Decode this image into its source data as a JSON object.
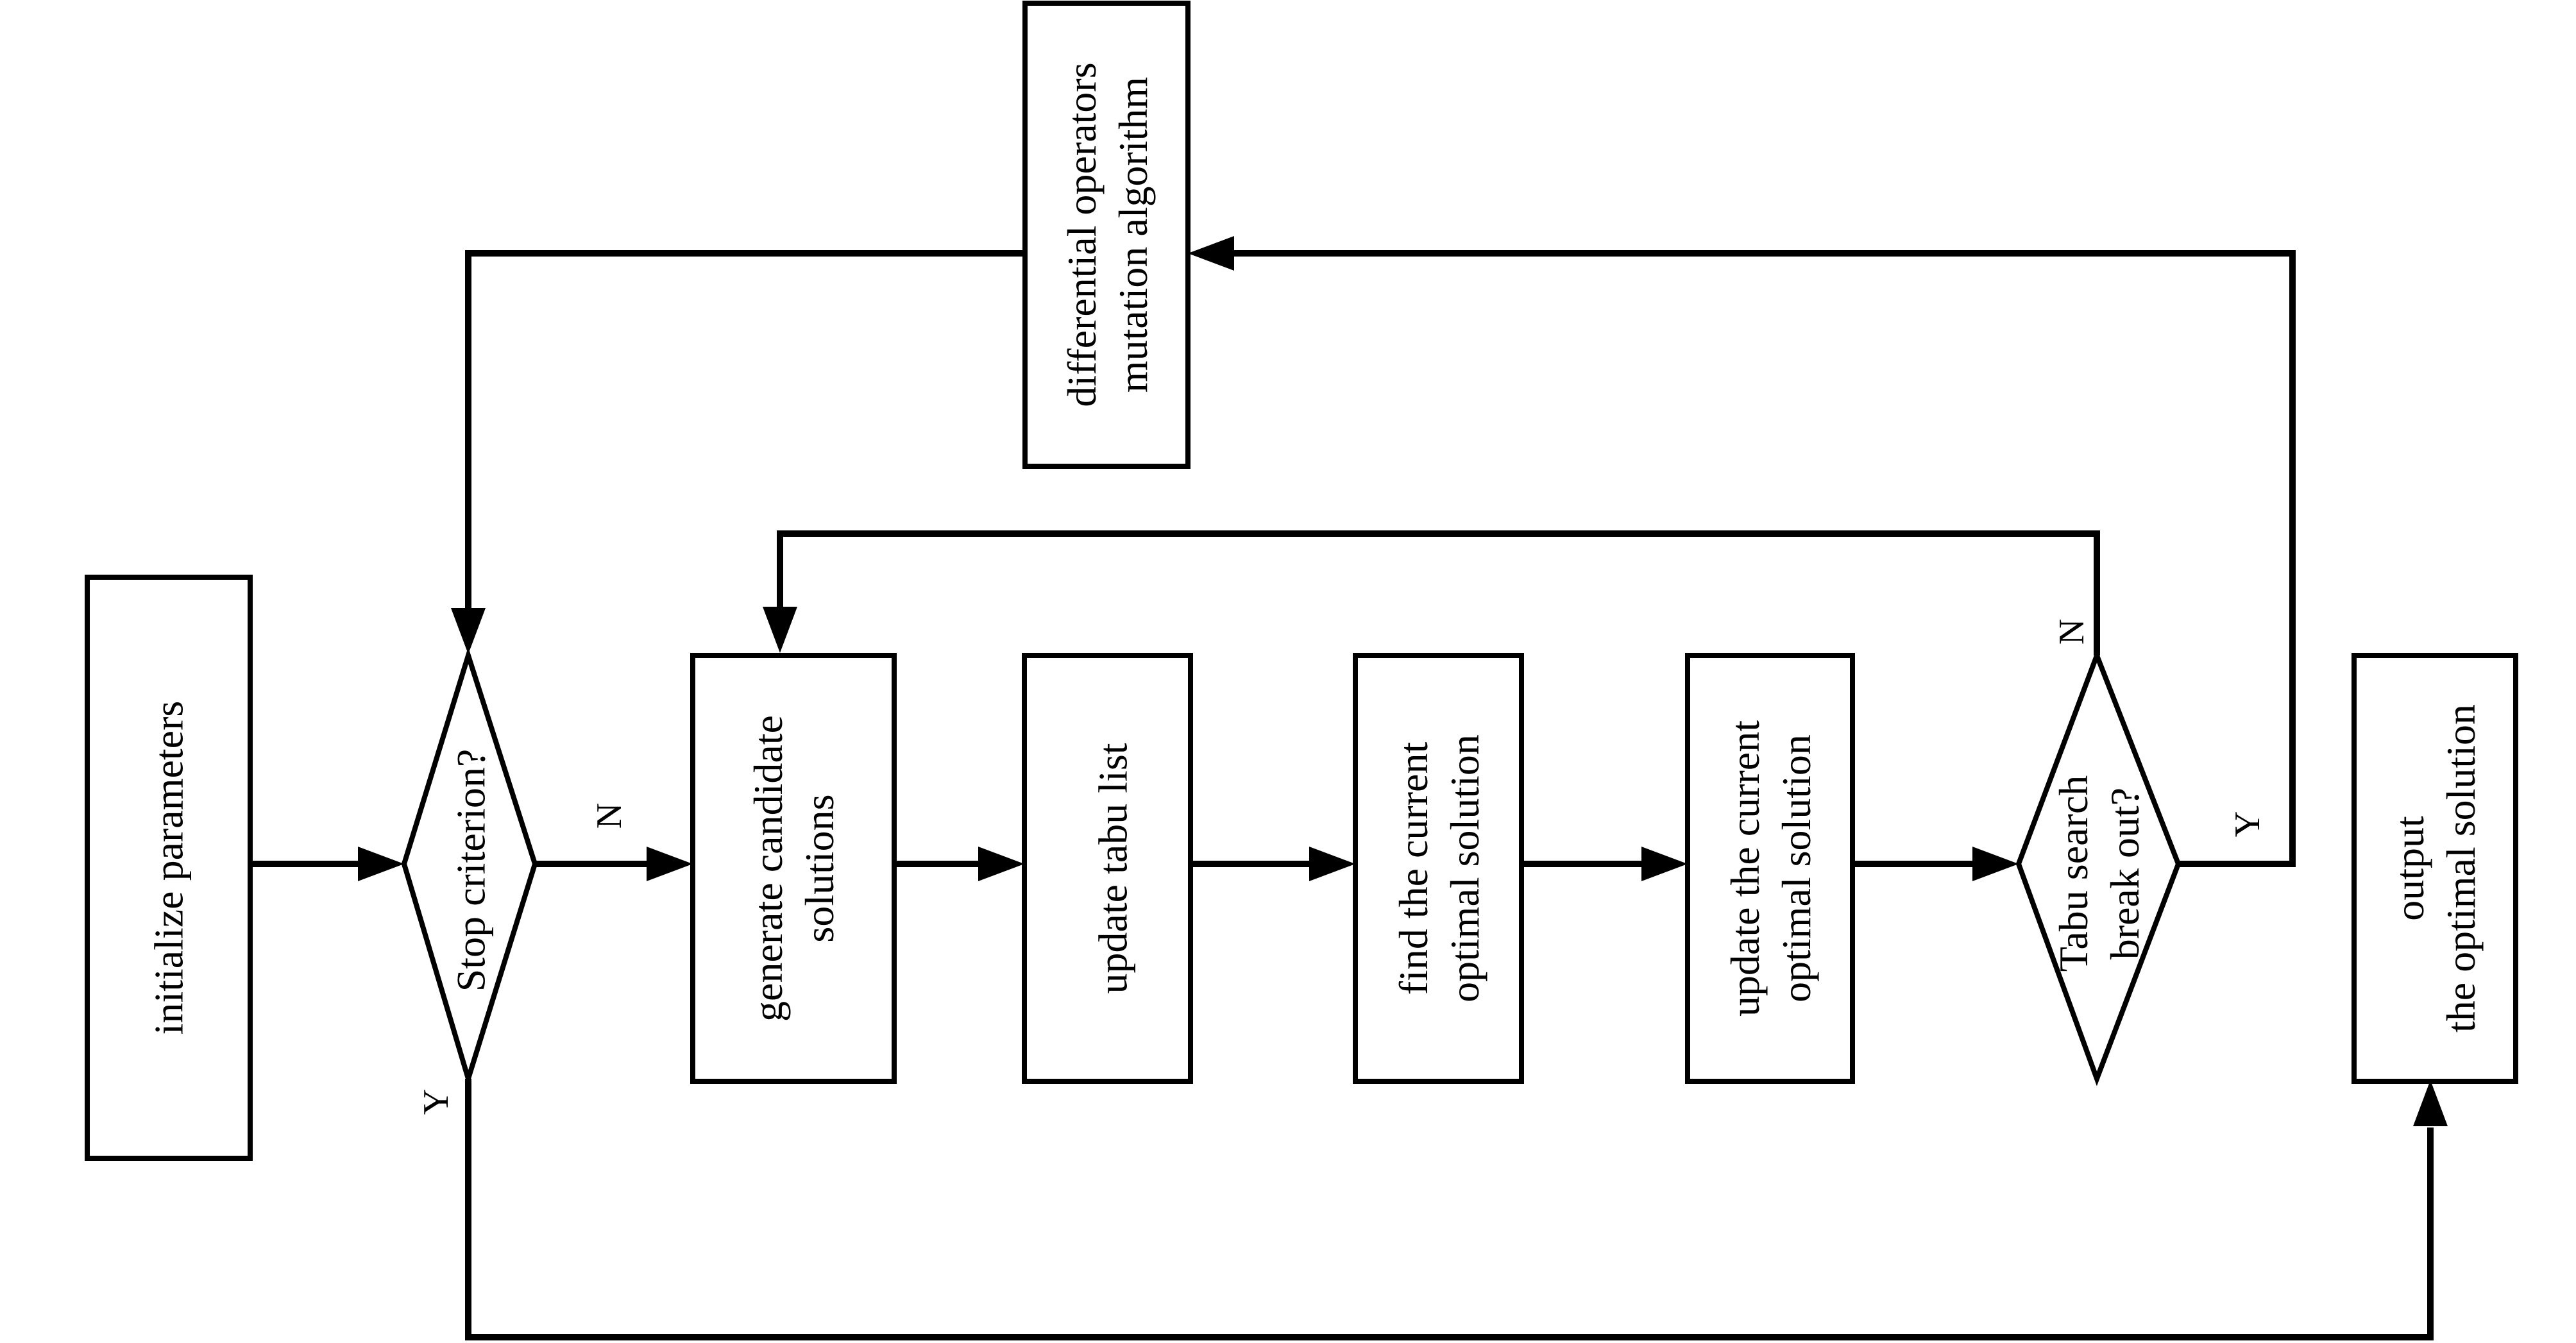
{
  "nodes": {
    "init": "initialize parameters",
    "stop": "Stop criterion?",
    "generate": [
      "generate candidate",
      "solutions"
    ],
    "tabu": "update tabu list",
    "find": [
      "find the current",
      "optimal solution"
    ],
    "update": [
      "update the current",
      "optimal solution"
    ],
    "breakout": [
      "Tabu search",
      "break out?"
    ],
    "output": [
      "output",
      "the optimal solution"
    ],
    "mutation": [
      "differential operators",
      "mutation algorithm"
    ]
  },
  "edge_labels": {
    "stop_no": "N",
    "stop_yes": "Y",
    "breakout_no": "N",
    "breakout_yes": "Y"
  },
  "colors": {
    "stroke": "#000000",
    "fill": "#ffffff",
    "background": "#ffffff"
  }
}
